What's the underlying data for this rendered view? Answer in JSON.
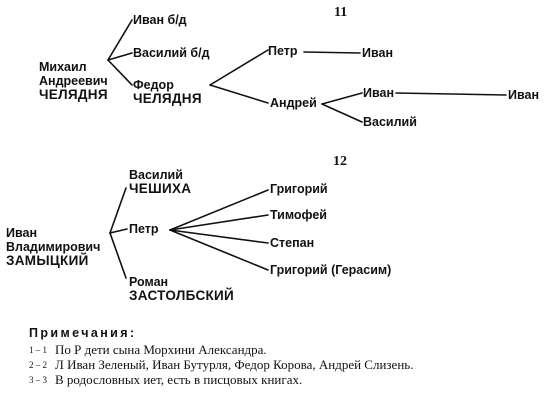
{
  "tree11": {
    "number": "11",
    "root": {
      "line1": "Михаил",
      "line2": "Андреевич",
      "line3": "ЧЕЛЯДНЯ"
    },
    "ivan_bd": "Иван б/д",
    "vasiliy_bd": "Василий б/д",
    "fedor": {
      "line1": "Федор",
      "line2": "ЧЕЛЯДНЯ"
    },
    "petr": "Петр",
    "petr_ivan": "Иван",
    "andrey": "Андрей",
    "andrey_ivan": "Иван",
    "andrey_ivan_ivan": "Иван",
    "andrey_vasiliy": "Василий"
  },
  "tree12": {
    "number": "12",
    "root": {
      "line1": "Иван",
      "line2": "Владимирович",
      "line3": "ЗАМЫЦКИЙ"
    },
    "vasiliy": {
      "line1": "Василий",
      "line2": "ЧЕШИХА"
    },
    "petr": "Петр",
    "roman": {
      "line1": "Роман",
      "line2": "ЗАСТОЛБСКИЙ"
    },
    "children": [
      "Григорий",
      "Тимофей",
      "Степан",
      "Григорий (Герасим)"
    ]
  },
  "notes": {
    "title": "Примечания:",
    "items": [
      {
        "marker": "1 – 1",
        "text": "По Р дети сына Морхини Александра."
      },
      {
        "marker": "2 – 2",
        "text": "Л Иван Зеленый, Иван Бутурля, Федор Корова, Андрей Слизень."
      },
      {
        "marker": "3 – 3",
        "text": "В родословных иет, есть в пиcцовых книгах."
      }
    ]
  }
}
